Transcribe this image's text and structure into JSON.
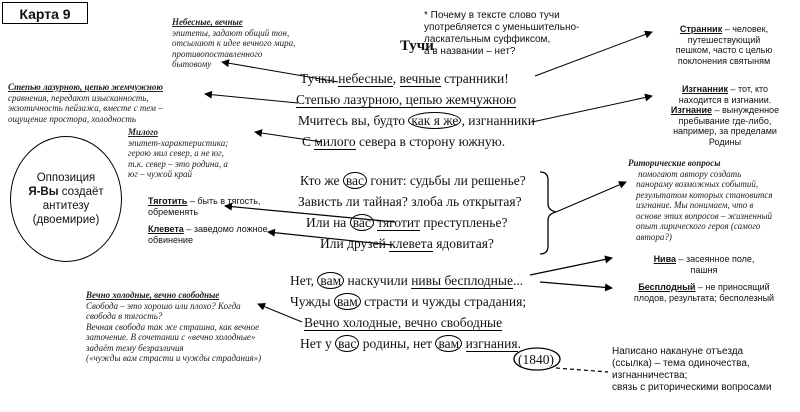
{
  "card": {
    "title": "Карта 9"
  },
  "question": {
    "line1": "* Почему в тексте слово тучи",
    "line2": "употребляется с уменьшительно-",
    "line3": "ласкательным суффиксом,",
    "line4": "а в названии – нет?"
  },
  "poem": {
    "title": "Тучи",
    "stanza1": {
      "l1a": "Тучки ",
      "l1b": "небесные",
      "l1c": ", ",
      "l1d": "вечные",
      "l1e": " странники!",
      "l2a": "Степью лазурною, цепью жемчужною",
      "l3a": "Мчитесь вы, будто ",
      "l3b": "как я же",
      "l3c": ", изгнанники",
      "l4a": "С ",
      "l4b": "милого",
      "l4c": " севера в сторону южную."
    },
    "stanza2": {
      "l1a": "Кто же ",
      "l1b": "вас",
      "l1c": " гонит: судьбы ли решенье?",
      "l2a": "Зависть ли тайная? злоба ль открытая?",
      "l3a": "Или на ",
      "l3b": "вас",
      "l3c": " ",
      "l3d": "тяготит",
      "l3e": " преступленье?",
      "l4a": "Или друзей ",
      "l4b": "клевета",
      "l4c": " ядовитая?"
    },
    "stanza3": {
      "l1a": "Нет, ",
      "l1b": "вам",
      "l1c": " наскучили ",
      "l1d": "нивы бесплодные",
      "l1e": "...",
      "l2a": "Чужды ",
      "l2b": "вам",
      "l2c": " страсти и чужды страдания;",
      "l3a": "Вечно холодные, вечно свободные",
      "l4a": "Нет у ",
      "l4b": "вас",
      "l4c": " родины, нет ",
      "l4d": "вам",
      "l4e": " ",
      "l4f": "изгнания",
      "l4g": "."
    },
    "year": "(1840)"
  },
  "notes_left": {
    "nebesnye": {
      "head": "Небесные, вечные",
      "body1": "эпитеты, задают общий тон,",
      "body2": "отсылают к идее вечного мира,",
      "body3": "противопоставленного",
      "body4": "бытовому"
    },
    "stepyu": {
      "head": "Степью лазурною, цепью жемчужною",
      "body1": "сравнения, передают изысканность,",
      "body2": "экзотичность пейзажа, вместе с тем –",
      "body3": "ощущение простора, холодность"
    },
    "milogo": {
      "head": "Милого",
      "body1": "эпитет-характеристика;",
      "body2": "герою мил север, а не юг,",
      "body3": "т.к. север – это родина, а",
      "body4": "юг – чужой край"
    },
    "vechno": {
      "head": "Вечно холодные, вечно свободные",
      "body1": "Свобода – это хорошо или плохо? Когда",
      "body2": "свобода в тягость?",
      "body3": "Вечная свобода так же страшна, как вечное",
      "body4": "заточение. В сочетании с «вечно холодные»",
      "body5": "задаёт тему безразличия",
      "body6": "(«чужды вам страсти и чужды страдания»)"
    }
  },
  "defs_left": {
    "tyagotit": {
      "term": "Тяготить",
      "rest1": " – быть в тягость,",
      "rest2": "обременять"
    },
    "kleveta": {
      "term": "Клевета",
      "rest1": " – заведомо ложное",
      "rest2": "обвинение"
    }
  },
  "opposition": {
    "l1": "Оппозиция",
    "l2": "Я-Вы",
    "l3": " создаёт",
    "l4": "антитезу",
    "l5": "(двоемирие)"
  },
  "defs_right": {
    "strannik": {
      "term": "Странник",
      "rest1": " – человек,",
      "rest2": "путешествующий",
      "rest3": "пешком, часто с целью",
      "rest4": "поклонения святыням"
    },
    "izgnannik": {
      "term": "Изгнанник",
      "rest1": " – тот, кто",
      "rest2": "находится в изгнании."
    },
    "izgnanie": {
      "term": "Изгнание",
      "rest1": " – вынужденное",
      "rest2": "пребывание где-либо,",
      "rest3": "например, за пределами",
      "rest4": "Родины"
    },
    "niva": {
      "term": "Нива",
      "rest1": " – засеянное поле,",
      "rest2": "пашня"
    },
    "besplodny": {
      "term": "Бесплодный",
      "rest1": " – не приносящий",
      "rest2": "плодов, результата;  бесполезный"
    }
  },
  "rhetorical": {
    "head": "Риторические вопросы",
    "body1": "помогают автору создать",
    "body2": "панораму возможных событий,",
    "body3": "результатом которых становится",
    "body4": "изгнание. Мы понимаем, что в",
    "body5": "основе этих вопросов – жизненный",
    "body6": "опыт лирического героя (самого",
    "body7": "автора?)"
  },
  "bottom_note": {
    "l1": "Написано накануне отъезда",
    "l2": "(ссылка) – тема одиночества,",
    "l3": "изгнанничества;",
    "l4": "связь с риторическими вопросами"
  }
}
